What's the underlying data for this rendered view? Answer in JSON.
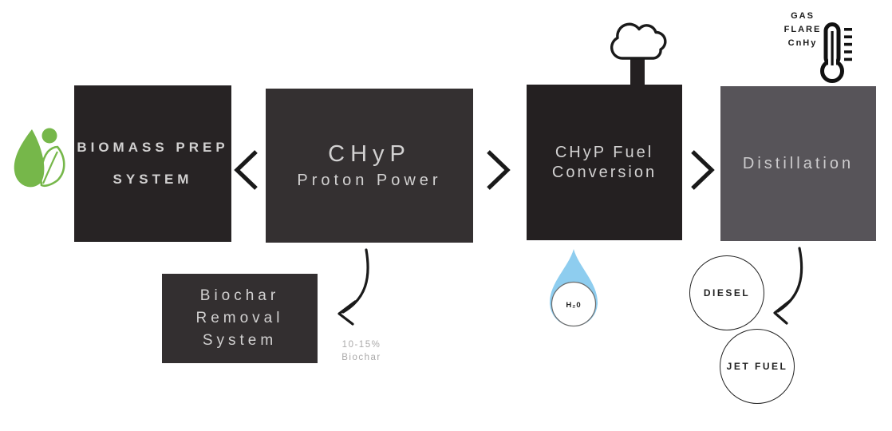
{
  "stages": {
    "biomass": {
      "line1": "BIOMASS PREP",
      "line2": "SYSTEM"
    },
    "chyp": {
      "title": "CHyP",
      "subtitle": "Proton Power"
    },
    "conversion": {
      "line1": "CHyP Fuel",
      "line2": "Conversion"
    },
    "distillation": {
      "label": "Distillation"
    }
  },
  "biochar_unit": {
    "line1": "Biochar",
    "line2": "Removal",
    "line3": "System"
  },
  "annotations": {
    "gas_flare": {
      "line1": "GAS",
      "line2": "FLARE",
      "line3": "CnHy"
    },
    "biochar_yield": {
      "line1": "10-15%",
      "line2": "Biochar"
    },
    "water_label": "H₂0"
  },
  "outputs": {
    "diesel": "DIESEL",
    "jet_fuel": "JET FUEL"
  },
  "icons": {
    "leaf": "leaf-icon",
    "cloud": "cloud-icon",
    "thermometer": "thermometer-icon",
    "water_droplet": "water-droplet-icon",
    "chevron_left": "chevron-left-icon",
    "chevron_right": "chevron-right-icon",
    "curved_arrow": "curved-arrow-icon"
  },
  "colors": {
    "box_dark": "#272324",
    "box_charcoal": "#343031",
    "box_black": "#242021",
    "box_gray": "#575459",
    "box_text": "#D2D1D1",
    "leaf_green": "#76B74A",
    "water_blue": "#8ECDEF",
    "note_gray": "#ABAAAA",
    "line_dark": "#1a1a1a"
  }
}
